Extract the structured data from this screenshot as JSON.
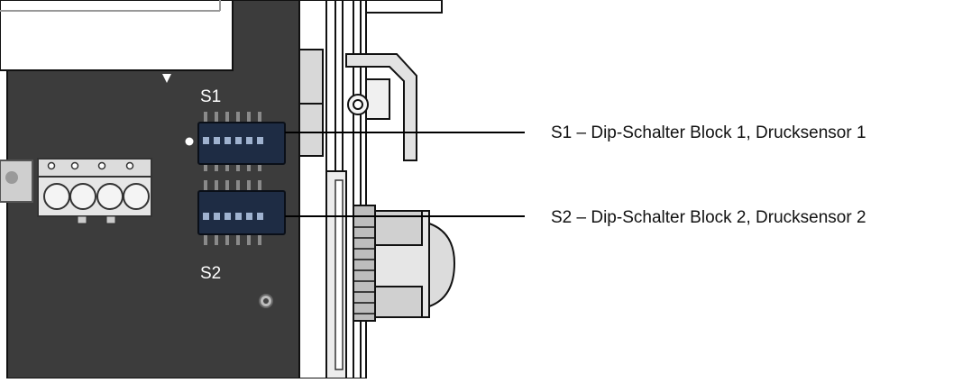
{
  "diagram": {
    "switches": [
      {
        "id": "S1",
        "label": "S1",
        "positions": 6
      },
      {
        "id": "S2",
        "label": "S2",
        "positions": 6
      }
    ],
    "callouts": [
      {
        "text": "S1 – Dip-Schalter Block 1, Drucksensor 1"
      },
      {
        "text": "S2 – Dip-Schalter Block 2, Drucksensor 2"
      }
    ],
    "terminal_block": {
      "poles": 4
    },
    "colors": {
      "board": "#3c3c3c",
      "board_outline": "#111111",
      "dip_body": "#1e2c44",
      "dip_slider": "#9fb2cf",
      "leader_line": "#000000",
      "housing_gray": "#d8d8d8"
    }
  }
}
